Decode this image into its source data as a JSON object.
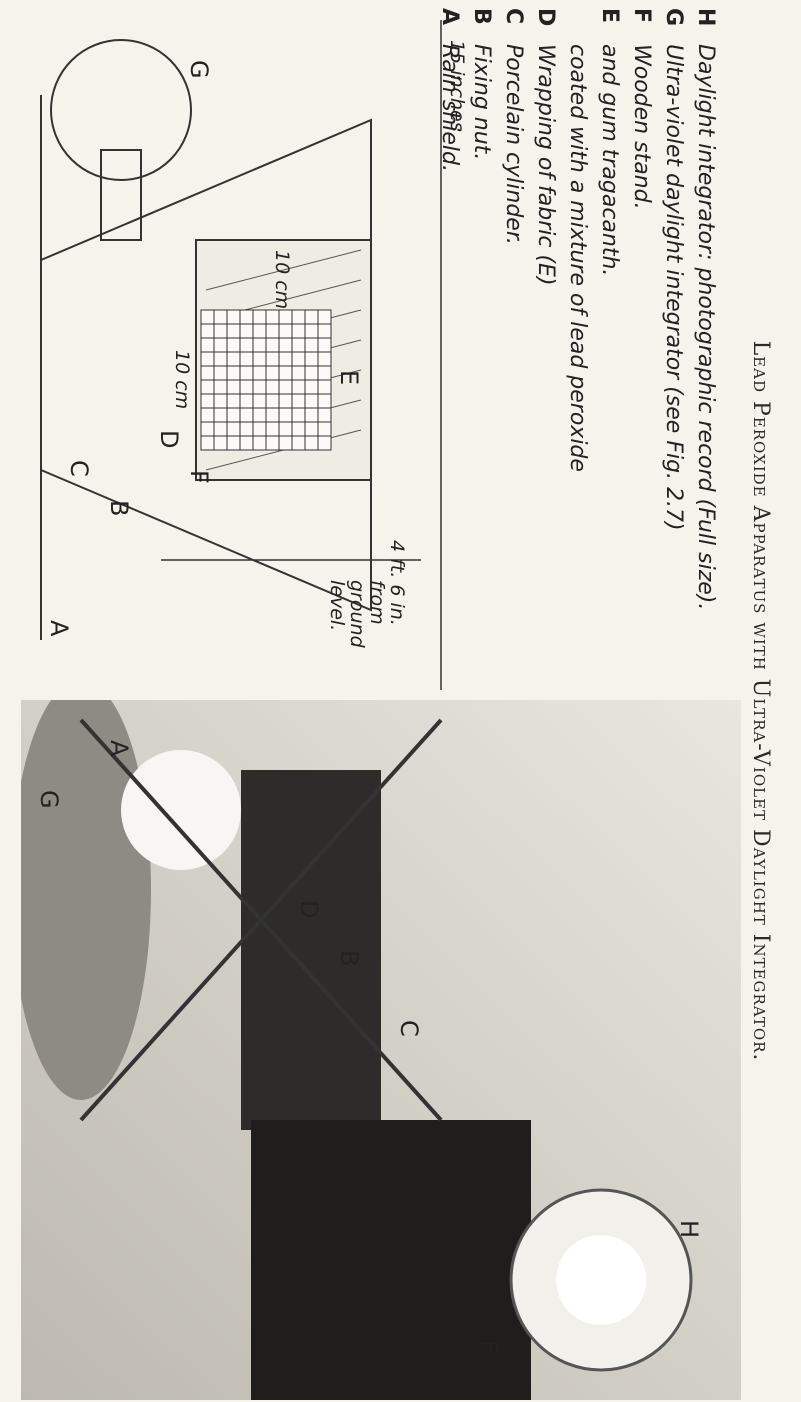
{
  "title": "Lead Peroxide Apparatus with Ultra-Violet Daylight Integrator.",
  "legend": [
    {
      "key": "H",
      "text": "Daylight integrator: photographic record (Full size)."
    },
    {
      "key": "G",
      "text": "Ultra-violet daylight integrator (see Fig. 2.7)"
    },
    {
      "key": "F",
      "text": "Wooden stand."
    },
    {
      "key": "E",
      "text": "and gum tragacanth."
    },
    {
      "key": "",
      "text": "coated with a mixture of lead peroxide"
    },
    {
      "key": "D",
      "text": "Wrapping of fabric (E)"
    },
    {
      "key": "C",
      "text": "Porcelain cylinder."
    },
    {
      "key": "B",
      "text": "Fixing nut."
    },
    {
      "key": "A",
      "text": "Rain shield."
    }
  ],
  "diagram": {
    "height_note_1": "4 ft. 6 in.",
    "height_note_2": "from",
    "height_note_3": "ground",
    "height_note_4": "level.",
    "scale_h": "10 cm",
    "scale_v": "10 cm",
    "width_note": "15 inches",
    "letters": [
      "A",
      "B",
      "C",
      "D",
      "E",
      "F",
      "G"
    ]
  },
  "photo_letters": [
    "A",
    "B",
    "C",
    "D",
    "F",
    "G",
    "H"
  ]
}
